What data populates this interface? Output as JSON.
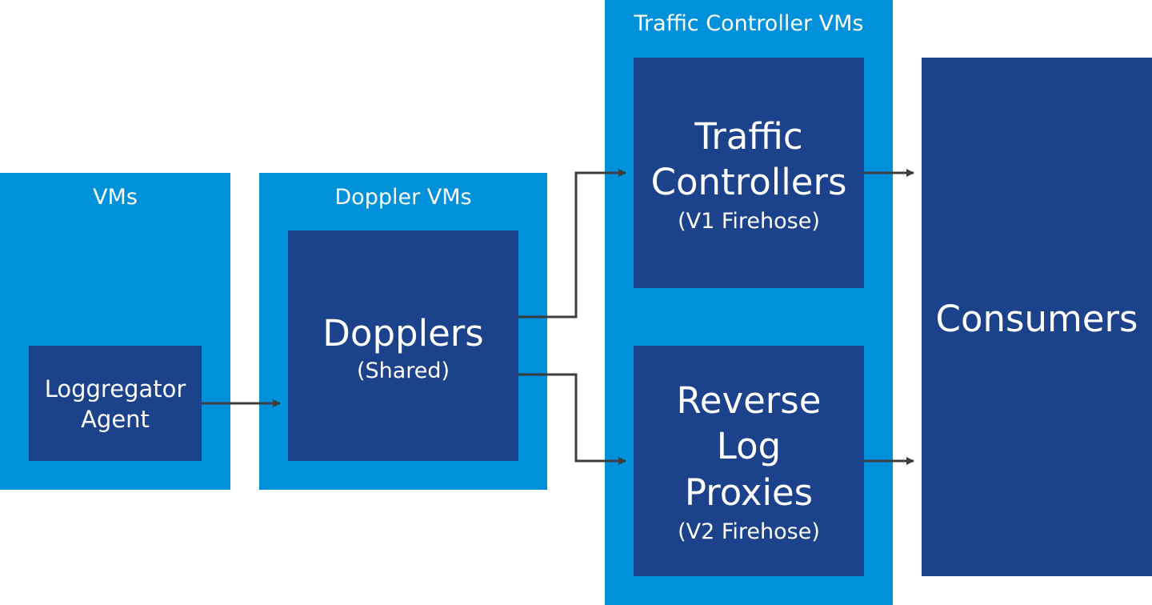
{
  "vms": {
    "title": "VMs",
    "agent": [
      "Loggregator",
      "Agent"
    ]
  },
  "doppler_vms": {
    "title": "Doppler VMs",
    "dopplers": "Dopplers",
    "dopplers_sub": "(Shared)"
  },
  "tc_vms": {
    "title": "Traffic Controller VMs",
    "tc": [
      "Traffic",
      "Controllers"
    ],
    "tc_sub": "(V1 Firehose)",
    "rlp": [
      "Reverse",
      "Log",
      "Proxies"
    ],
    "rlp_sub": "(V2 Firehose)"
  },
  "consumers": "Consumers",
  "colors": {
    "group": "#0091da",
    "box": "#1b428a",
    "arrow": "#3d3d3d"
  }
}
